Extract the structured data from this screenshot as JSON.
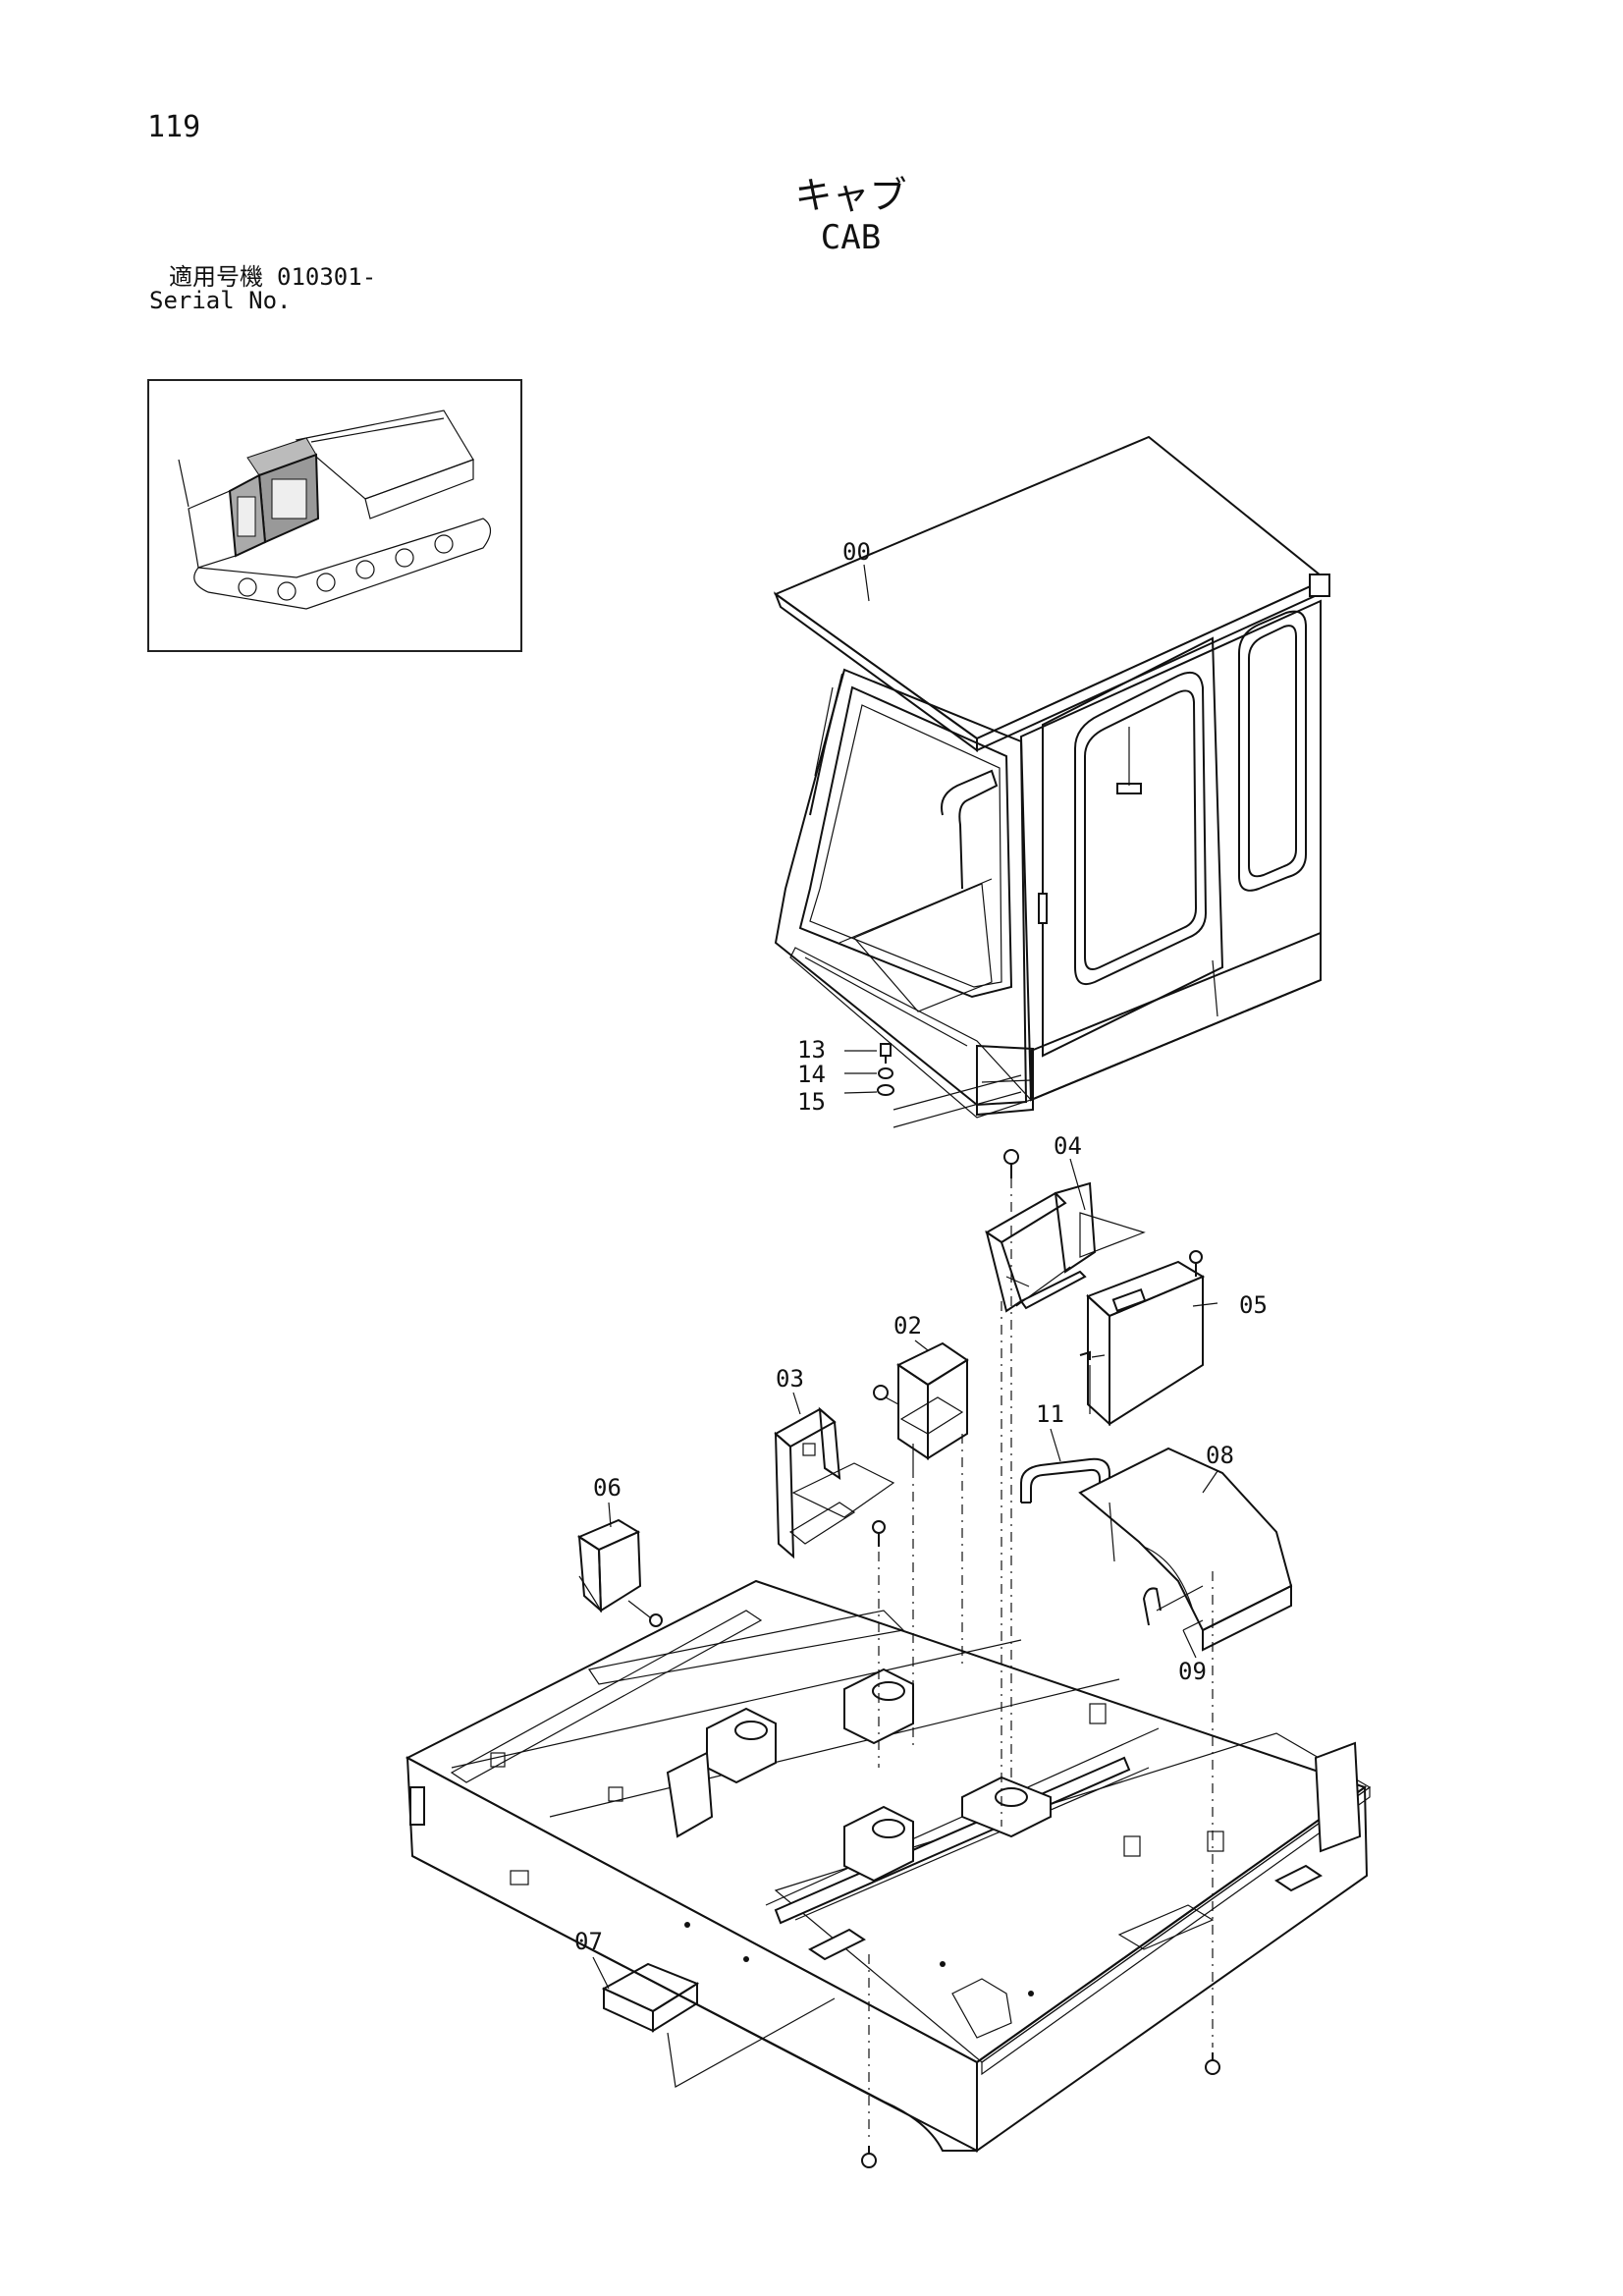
{
  "header": {
    "page_number": "119",
    "title_jp": "キャブ",
    "title_en": "CAB",
    "serial_label_jp": "適用号機",
    "serial_code": "010301-",
    "serial_label_en": "Serial No."
  },
  "parts": [
    {
      "id": "00"
    },
    {
      "id": "02"
    },
    {
      "id": "03"
    },
    {
      "id": "04"
    },
    {
      "id": "05"
    },
    {
      "id": "06"
    },
    {
      "id": "07"
    },
    {
      "id": "08"
    },
    {
      "id": "09"
    },
    {
      "id": "11"
    },
    {
      "id": "13"
    },
    {
      "id": "14"
    },
    {
      "id": "15"
    }
  ]
}
